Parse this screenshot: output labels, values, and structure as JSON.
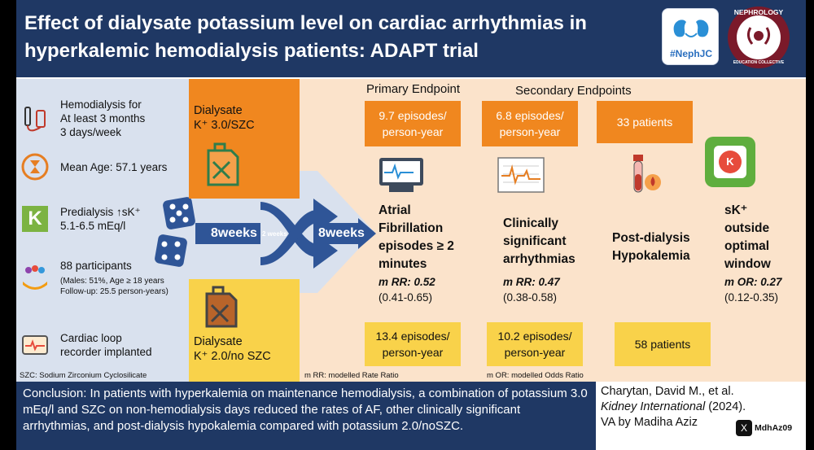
{
  "title": "Effect of dialysate potassium level on cardiac arrhythmias in hyperkalemic hemodialysis patients: ADAPT trial",
  "logo_neph": {
    "text": "#NephJC"
  },
  "logo_collective": {
    "top_text": "NEPHROLOGY",
    "bottom_text": "EDUCATION COLLECTIVE"
  },
  "criteria": [
    {
      "icon": "dialysis-icon",
      "lines": [
        "Hemodialysis for",
        "At least 3 months",
        "3 days/week"
      ]
    },
    {
      "icon": "age-icon",
      "lines": [
        "Mean Age: 57.1 years"
      ]
    },
    {
      "icon": "potassium-k-icon",
      "lines": [
        "Predialysis ↑sK⁺",
        "5.1-6.5 mEq/l"
      ]
    },
    {
      "icon": "participants-icon",
      "lines": [
        "88 participants"
      ],
      "sub": [
        "(Males: 51%, Age ≥ 18 years",
        "Follow-up: 25.5 person-years)"
      ]
    },
    {
      "icon": "heart-monitor-icon",
      "lines": [
        "Cardiac loop",
        "recorder implanted"
      ]
    }
  ],
  "abbrev_szc": "SZC: Sodium Zirconium Cyclosilicate",
  "arm_high": {
    "line1": "Dialysate",
    "line2": "K⁺ 3.0/SZC"
  },
  "arm_low": {
    "line1": "Dialysate",
    "line2": "K⁺ 2.0/no SZC"
  },
  "crossover": {
    "left": "8weeks",
    "washout": "2 weeks",
    "right": "8weeks"
  },
  "primary_label": "Primary Endpoint",
  "secondary_label": "Secondary Endpoints",
  "endpoints": [
    {
      "top": [
        "9.7 episodes/",
        "person-year"
      ],
      "title": [
        "Atrial",
        "Fibrillation",
        "episodes ≥ 2",
        "minutes"
      ],
      "measure": "m RR: 0.52",
      "ci": "(0.41-0.65)",
      "bottom": [
        "13.4 episodes/",
        "person-year"
      ]
    },
    {
      "top": [
        "6.8 episodes/",
        "person-year"
      ],
      "title": [
        "Clinically",
        "significant",
        "arrhythmias"
      ],
      "measure": "m RR: 0.47",
      "ci": "(0.38-0.58)",
      "bottom": [
        "10.2 episodes/",
        "person-year"
      ]
    },
    {
      "top": [
        "33 patients"
      ],
      "title": [
        "Post-dialysis",
        "Hypokalemia"
      ],
      "measure": "",
      "ci": "",
      "bottom": [
        "58 patients"
      ]
    },
    {
      "top": [],
      "title": [
        "sK⁺",
        "outside",
        "optimal",
        "window"
      ],
      "measure": "m OR: 0.27",
      "ci": "(0.12-0.35)",
      "bottom": []
    }
  ],
  "k_icon_letter": "K",
  "abbrev_rr": "m RR: modelled Rate Ratio",
  "abbrev_or": "m OR: modelled Odds Ratio",
  "conclusion": "Conclusion: In patients with hyperkalemia on maintenance hemodialysis, a combination of potassium 3.0 mEq/l and SZC on non-hemodialysis days reduced the rates of AF, other clinically significant arrhythmias, and post-dialysis hypokalemia compared with potassium 2.0/noSZC.",
  "citation": {
    "authors": "Charytan, David M., et al.",
    "journal": "Kidney International",
    "year": " (2024).",
    "va": "VA by Madiha Aziz",
    "handle": "MdhAz09"
  },
  "colors": {
    "navy": "#1f3864",
    "orange": "#f0871f",
    "yellow": "#f9d24a",
    "peach": "#fbe3cb",
    "lightblue": "#d9e1ee",
    "arrow": "#2f5597"
  }
}
